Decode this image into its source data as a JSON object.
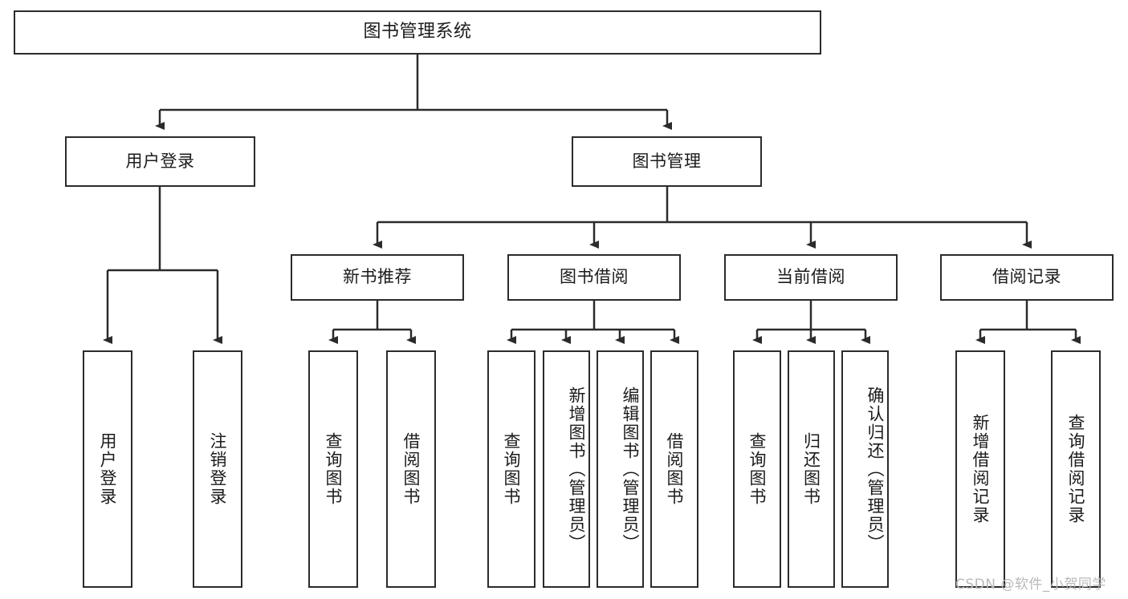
{
  "diagram": {
    "title": "图书管理系统",
    "type": "tree-hierarchy-chart",
    "root": {
      "label": "图书管理系统"
    },
    "level2": [
      {
        "label": "用户登录"
      },
      {
        "label": "图书管理"
      }
    ],
    "level3": [
      {
        "label": "新书推荐"
      },
      {
        "label": "图书借阅"
      },
      {
        "label": "当前借阅"
      },
      {
        "label": "借阅记录"
      }
    ],
    "leaves": {
      "user_login": [
        {
          "label": "用户登录"
        },
        {
          "label": "注销登录"
        }
      ],
      "new_book_recommend": [
        {
          "label": "查询图书"
        },
        {
          "label": "借阅图书"
        }
      ],
      "book_borrow": [
        {
          "label": "查询图书"
        },
        {
          "label": "新增图书（管理员）"
        },
        {
          "label": "编辑图书（管理员）"
        },
        {
          "label": "借阅图书"
        }
      ],
      "current_borrow": [
        {
          "label": "查询图书"
        },
        {
          "label": "归还图书"
        },
        {
          "label": "确认归还（管理员）"
        }
      ],
      "borrow_record": [
        {
          "label": "新增借阅记录"
        },
        {
          "label": "查询借阅记录"
        }
      ]
    }
  },
  "watermark": {
    "text": "CSDN @软件_小贺同学"
  },
  "colors": {
    "stroke": "#2b2b2b",
    "background": "#ffffff",
    "text": "#1b1b1b",
    "watermark": "#b9b9b9"
  }
}
